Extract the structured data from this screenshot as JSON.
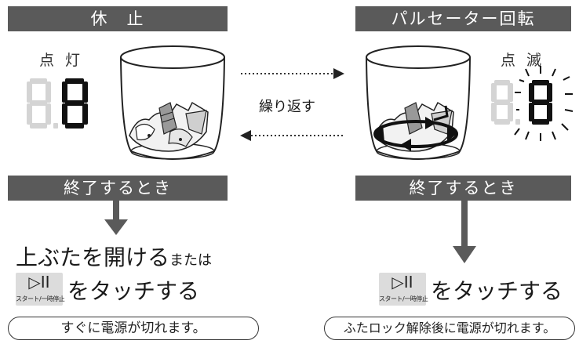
{
  "left": {
    "header": "休　止",
    "indicator_label": "点 灯",
    "end_header": "終了するとき",
    "instruction_main": "上ぶたを開ける",
    "instruction_or": "または",
    "button_symbol": "▷II",
    "button_caption": "スタート/一時停止",
    "touch_text": "をタッチする",
    "result": "すぐに電源が切れます。"
  },
  "middle": {
    "repeat_label": "繰り返す"
  },
  "right": {
    "header": "パルセーター回転",
    "indicator_label": "点 滅",
    "end_header": "終了するとき",
    "button_symbol": "▷II",
    "button_caption": "スタート/一時停止",
    "touch_text": "をタッチする",
    "result": "ふたロック解除後に電源が切れます。"
  },
  "colors": {
    "header_bg": "#5a5a5a",
    "arrow": "#5a5a5a",
    "segment_on": "#111111",
    "segment_off": "#d4d4d4"
  }
}
